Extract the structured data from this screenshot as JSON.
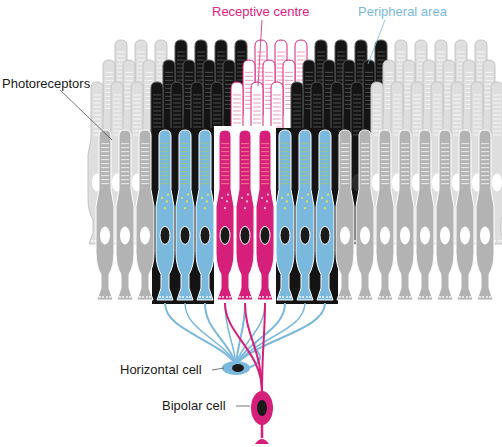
{
  "diagram": {
    "labels": [
      "Photoreceptors",
      "Receptive centre",
      "Peripheral area",
      "Horizontal cell",
      "Bipolar cell"
    ]
  }
}
